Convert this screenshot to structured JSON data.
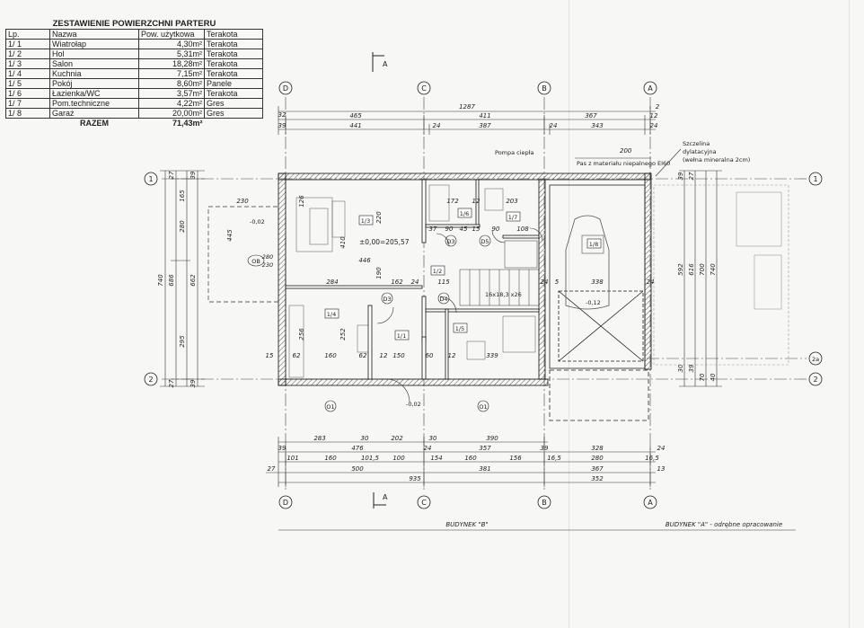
{
  "table": {
    "title": "ZESTAWIENIE POWIERZCHNI PARTERU",
    "headers": [
      "Lp.",
      "Nazwa",
      "Pow. użytkowa",
      "Terakota"
    ],
    "rows": [
      {
        "lp": "1/ 1",
        "name": "Wiatrołap",
        "area": "4,30m²",
        "finish": "Terakota"
      },
      {
        "lp": "1/ 2",
        "name": "Hol",
        "area": "5,31m²",
        "finish": "Terakota"
      },
      {
        "lp": "1/ 3",
        "name": "Salon",
        "area": "18,28m²",
        "finish": "Terakota"
      },
      {
        "lp": "1/ 4",
        "name": "Kuchnia",
        "area": "7,15m²",
        "finish": "Terakota"
      },
      {
        "lp": "1/ 5",
        "name": "Pokój",
        "area": "8,60m²",
        "finish": "Panele"
      },
      {
        "lp": "1/ 6",
        "name": "Łazienka/WC",
        "area": "3,57m²",
        "finish": "Terakota"
      },
      {
        "lp": "1/ 7",
        "name": "Pom.techniczne",
        "area": "4,22m²",
        "finish": "Gres"
      },
      {
        "lp": "1/ 8",
        "name": "Garaż",
        "area": "20,00m²",
        "finish": "Gres"
      }
    ],
    "total_label": "RAZEM",
    "total_value": "71,43m²"
  },
  "plan": {
    "axes_top": [
      "D",
      "C",
      "B",
      "A"
    ],
    "axes_side": [
      "1",
      "2",
      "2a"
    ],
    "section_mark": "A",
    "dims_top_1": [
      "1287",
      "2"
    ],
    "dims_top_2": [
      "32",
      "465",
      "411",
      "367",
      "12"
    ],
    "dims_top_3": [
      "39",
      "441",
      "24",
      "387",
      "24",
      "343",
      "24"
    ],
    "dims_bottom_1": [
      "283",
      "30",
      "202",
      "30",
      "390"
    ],
    "dims_bottom_2": [
      "39",
      "476",
      "24",
      "357",
      "39",
      "328",
      "24"
    ],
    "dims_bottom_3": [
      "101",
      "160",
      "101,5",
      "100",
      "154",
      "160",
      "156",
      "16,5",
      "280",
      "16,5"
    ],
    "dims_bottom_4": [
      "27",
      "500",
      "381",
      "367",
      "13"
    ],
    "dims_bottom_5": [
      "935",
      "352"
    ],
    "dims_left": [
      "740",
      "686",
      "280",
      "295",
      "165",
      "662",
      "27",
      "39",
      "27",
      "39"
    ],
    "dims_right": [
      "592",
      "616",
      "700",
      "740",
      "39",
      "27",
      "30",
      "39",
      "70",
      "40"
    ],
    "rooms": [
      "1/1",
      "1/2",
      "1/3",
      "1/4",
      "1/5",
      "1/6",
      "1/7",
      "1/8"
    ],
    "labels": {
      "pompa": "Pompa ciepła",
      "pas": "Pas z materiału niepalnego EI60",
      "pas_dim": "200",
      "szczelina_1": "Szczelina",
      "szczelina_2": "dylatacyjna",
      "szczelina_3": "(wełna mineralna 2cm)",
      "level_main": "±0,00=205,57",
      "level_ext": "-0,02",
      "level_garage": "-0,12",
      "level_entry": "-0,02",
      "building_b": "BUDYNEK \"B\"",
      "building_a": "BUDYNEK \"A\" - odrębne opracowanie",
      "stairs": "16x18,3 x26",
      "bay_230": "230",
      "bay_445": "445"
    },
    "window_tags": [
      "OB",
      "D3",
      "D4",
      "D5",
      "D3",
      "O1",
      "O1"
    ],
    "inner_dims": [
      "284",
      "162",
      "24",
      "115",
      "446",
      "160",
      "62",
      "12",
      "150",
      "60",
      "12",
      "339",
      "172",
      "12",
      "203",
      "37",
      "90",
      "45",
      "15",
      "90",
      "108",
      "338",
      "5",
      "24",
      "24",
      "15",
      "62",
      "256",
      "252",
      "410",
      "220",
      "190",
      "126",
      "280",
      "230"
    ]
  }
}
